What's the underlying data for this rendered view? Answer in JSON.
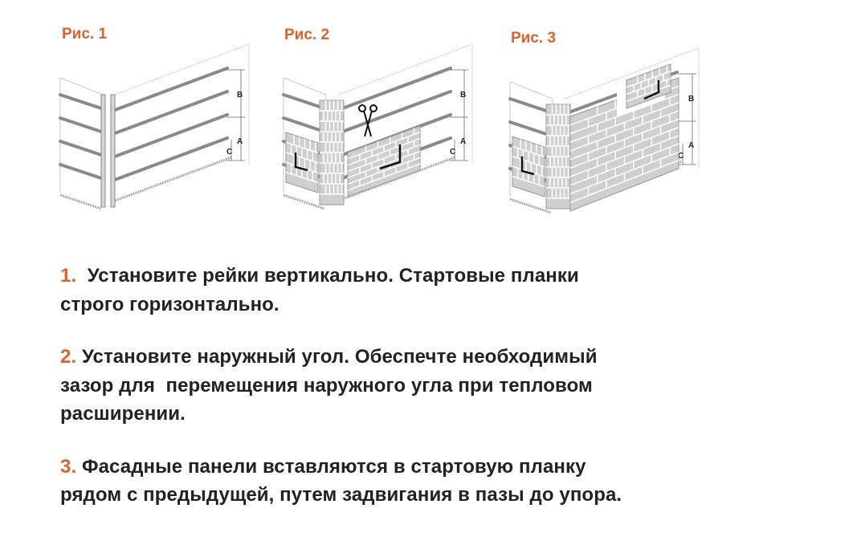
{
  "figures": [
    {
      "title": "Рис. 1",
      "stage": 1
    },
    {
      "title": "Рис. 2",
      "stage": 2
    },
    {
      "title": "Рис. 3",
      "stage": 3
    }
  ],
  "dimension_labels": {
    "b": "B",
    "a": "A",
    "c": "C"
  },
  "colors": {
    "accent": "#e0622a",
    "text": "#222222",
    "rail": "#8a8a8a",
    "brick": "#cfcfcf"
  },
  "steps": [
    {
      "num": "1.",
      "lines": [
        "  Установите рейки вертикально. Стартовые планки",
        "строго горизонтально."
      ]
    },
    {
      "num": "2.",
      "lines": [
        " Установите наружный угол. Обеспечте необходимый",
        "зазор для  перемещения наружного угла при тепловом",
        "расширении."
      ]
    },
    {
      "num": "3.",
      "lines": [
        " Фасадные панели вставляются в стартовую планку",
        "рядом с предыдущей, путем задвигания в пазы до упора."
      ]
    }
  ]
}
